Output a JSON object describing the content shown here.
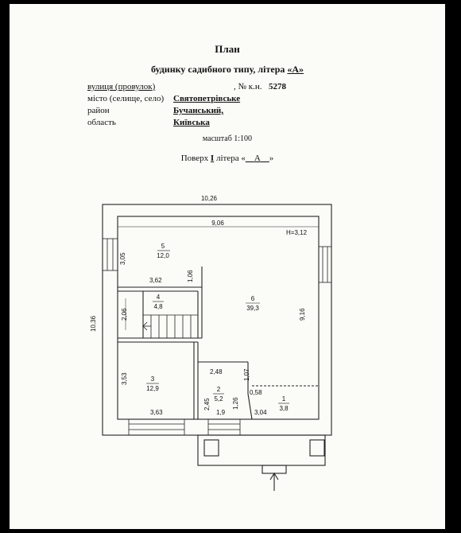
{
  "header": {
    "title": "План",
    "subtitle_prefix": "будинку садибного типу, літера",
    "subtitle_letter": "«А»"
  },
  "address": {
    "street_label": "вулиця (провулок)",
    "street_value": "",
    "number_label": ", № к.н.",
    "number_value": "5278",
    "city_label": "місто (селище, село)",
    "city_value": "Святопетрівське",
    "district_label": "район",
    "district_value": "Бучанський,",
    "region_label": "область",
    "region_value": "Київська"
  },
  "scale": "масштаб 1:100",
  "floor": {
    "prefix": "Поверх",
    "number": "I",
    "middle": "літера «",
    "letter": "А",
    "suffix": "»"
  },
  "plan": {
    "overall_width": "10,26",
    "overall_height": "10,36",
    "inner_width": "9,06",
    "ceiling_height": "H=3,12",
    "right_wall": "9,16",
    "dimensions": {
      "room5_height": "3,05",
      "room5_width": "3,62",
      "room5_step": "1,06",
      "stair_height": "2,06",
      "room3_height": "3,53",
      "room3_width": "3,63",
      "room2_width": "2,48",
      "room2_step": "1,07",
      "room2_height": "2,45",
      "room2_depth": "1,26",
      "room2_bottom": "1,9",
      "room1_width": "3,04",
      "room1_offset": "0,58"
    },
    "rooms": [
      {
        "number": "5",
        "area": "12,0"
      },
      {
        "number": "4",
        "area": "4,8"
      },
      {
        "number": "6",
        "area": "39,3"
      },
      {
        "number": "3",
        "area": "12,9"
      },
      {
        "number": "2",
        "area": "5,2"
      },
      {
        "number": "1",
        "area": "3,8"
      }
    ]
  }
}
